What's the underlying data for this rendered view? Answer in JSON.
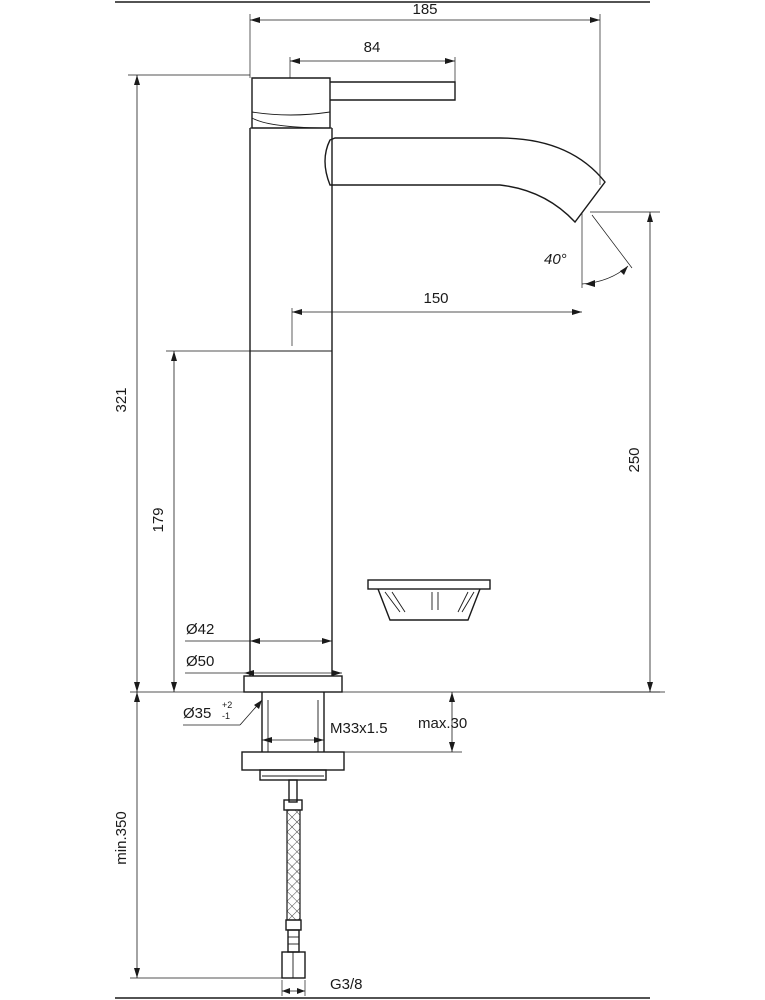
{
  "dimensions": {
    "overall_width": "185",
    "lever_length": "84",
    "total_height": "321",
    "spout_reach": "150",
    "spout_height": "250",
    "body_height": "179",
    "angle": "40°",
    "body_diameter": "Ø42",
    "base_diameter": "Ø50",
    "hole_diameter": "Ø35",
    "hole_tol_plus": "+2",
    "hole_tol_minus": "-1",
    "thread": "M33x1.5",
    "max_deck": "max.30",
    "hose_length": "min.350",
    "connection": "G3/8"
  }
}
